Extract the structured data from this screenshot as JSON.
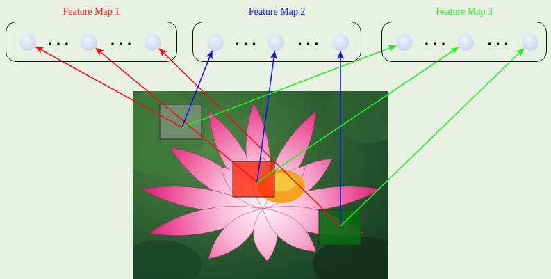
{
  "diagram": {
    "nodes": [
      {
        "text": [
          "Feature Map 1"
        ]
      },
      {
        "text": [
          "Feature Map 2"
        ]
      },
      {
        "text": [
          "Feature Map 3"
        ]
      }
    ]
  }
}
